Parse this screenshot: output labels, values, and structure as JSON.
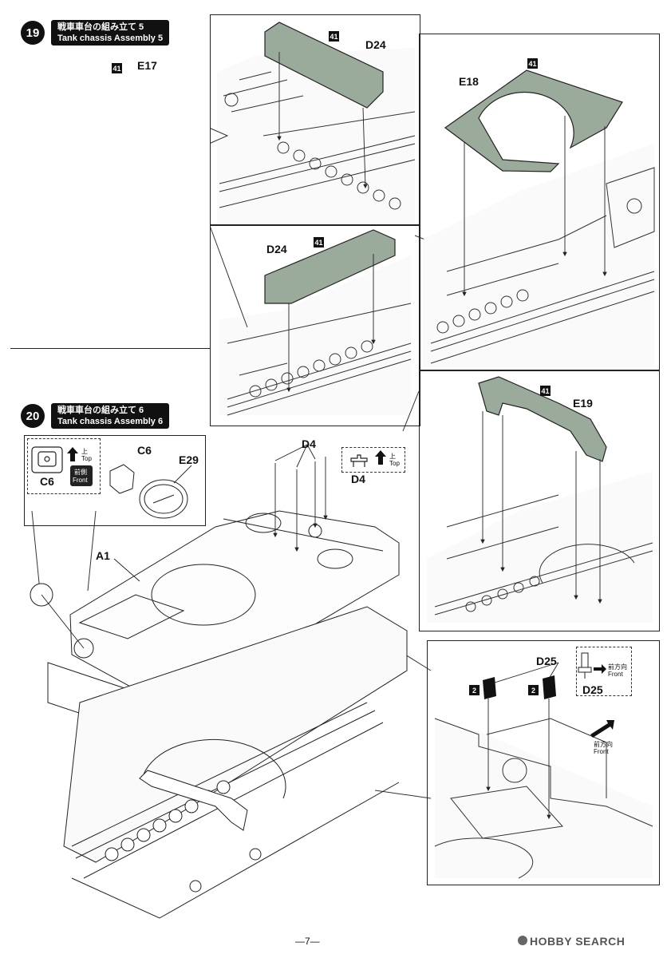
{
  "step19": {
    "number": "19",
    "title_jp": "戦車車台の組み立て 5",
    "title_en": "Tank chassis Assembly 5"
  },
  "step20": {
    "number": "20",
    "title_jp": "戦車車台の組み立て 6",
    "title_en": "Tank chassis Assembly 6"
  },
  "parts": {
    "e17": "E17",
    "d24_top": "D24",
    "e18": "E18",
    "d24_mid": "D24",
    "e19": "E19",
    "a1": "A1",
    "c6": "C6",
    "c6_detail": "C6",
    "e29": "E29",
    "d4": "D4",
    "d4_detail": "D4",
    "d25": "D25",
    "d25_detail": "D25"
  },
  "color_badges": [
    "41",
    "41",
    "41",
    "41",
    "41"
  ],
  "qty_badges": [
    "2",
    "2"
  ],
  "c6_note": {
    "top_jp": "上",
    "top_en": "Top",
    "front_jp": "前側",
    "front_en": "Front"
  },
  "d4_note": {
    "top_jp": "上",
    "top_en": "Top"
  },
  "d25_note": {
    "front_jp": "前方向",
    "front_en": "Front"
  },
  "front_arrow": {
    "jp": "前方向",
    "en": "Front"
  },
  "page_number": "—7—",
  "watermark": "HOBBY SEARCH",
  "colors": {
    "part_fill": "#9bab9b",
    "line": "#222222",
    "badge": "#111111"
  }
}
